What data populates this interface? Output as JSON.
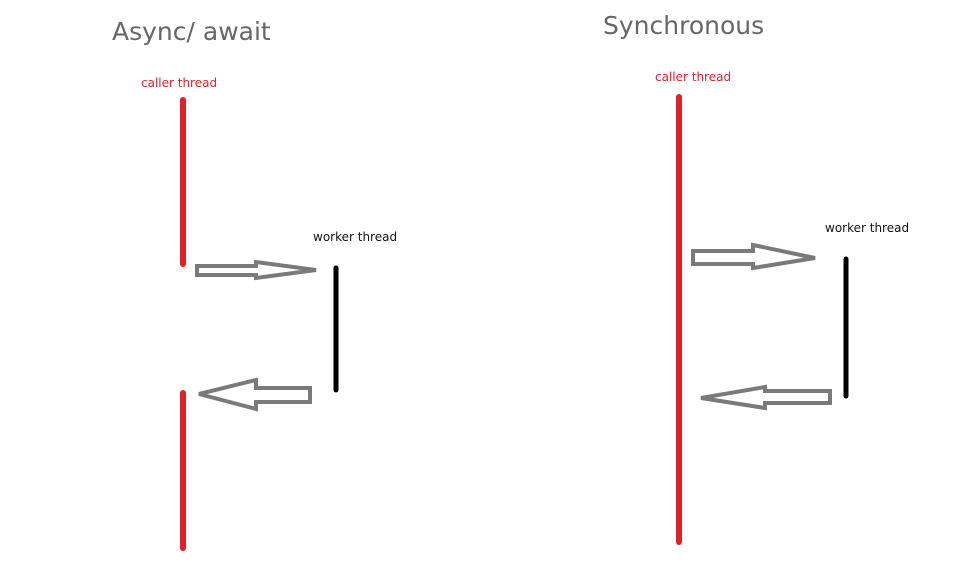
{
  "async": {
    "title": "Async/ await",
    "caller_label": "caller thread",
    "worker_label": "worker thread"
  },
  "sync": {
    "title": "Synchronous",
    "caller_label": "caller thread",
    "worker_label": "worker thread"
  },
  "colors": {
    "caller_thread": "#e3202a",
    "worker_thread": "#000000",
    "arrow": "#7a7a7a"
  }
}
